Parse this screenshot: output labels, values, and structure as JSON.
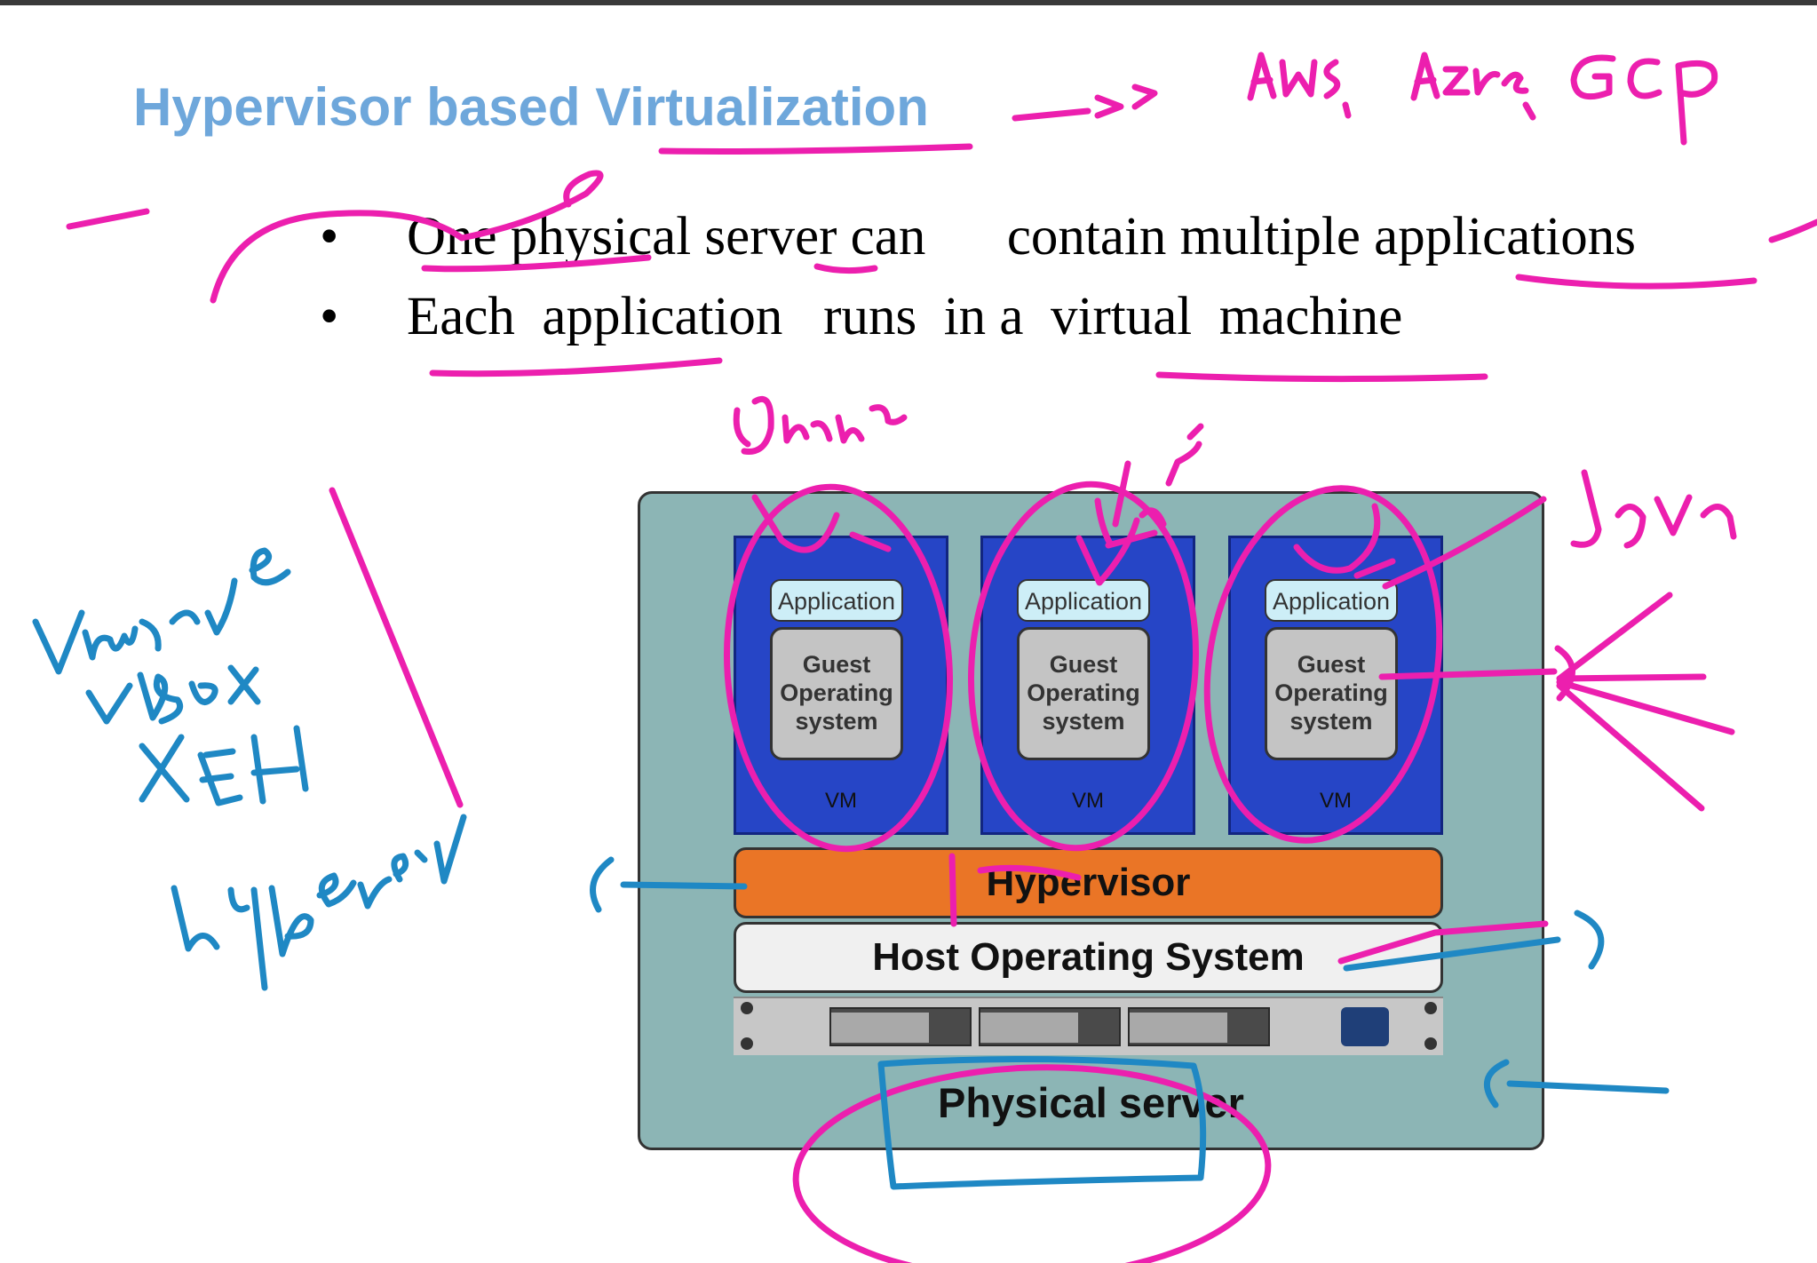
{
  "slide": {
    "title": "Hypervisor based Virtualization",
    "bullet_symbol": "•",
    "bullets": [
      "One physical server can      contain multiple applications",
      "Each  application   runs  in a  virtual  machine"
    ]
  },
  "diagram": {
    "vms": [
      {
        "app_label": "Application",
        "os_label": "Guest Operating system",
        "vm_label": "VM"
      },
      {
        "app_label": "Application",
        "os_label": "Guest Operating system",
        "vm_label": "VM"
      },
      {
        "app_label": "Application",
        "os_label": "Guest Operating system",
        "vm_label": "VM"
      }
    ],
    "hypervisor_label": "Hypervisor",
    "host_os_label": "Host Operating System",
    "physical_label": "Physical server"
  },
  "colors": {
    "title": "#6ea7db",
    "background": "#8cb5b5",
    "vm": "#2645c6",
    "application": "#cdeef7",
    "guest_os": "#c4c4c4",
    "hypervisor": "#ea7526",
    "host_os": "#f0f0f0",
    "ink_pink": "#ec1fae",
    "ink_blue": "#1f88c4"
  },
  "annotations": {
    "cloud_note": "AWS, Azure, GCP",
    "vm_app_notes": [
      "nginx",
      "httpd",
      "Java"
    ],
    "hypervisor_examples": [
      "VMware",
      "vBox",
      "XEN",
      "hyper-V"
    ]
  }
}
